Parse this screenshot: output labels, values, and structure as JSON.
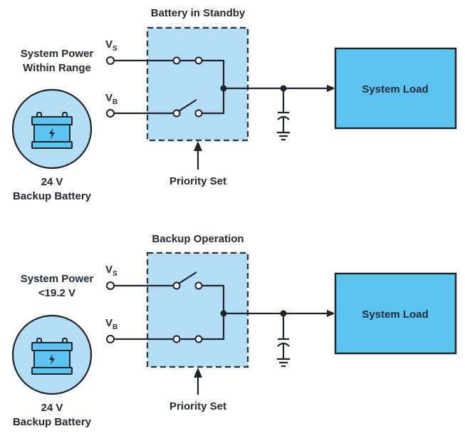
{
  "panels": [
    {
      "title": "Battery in Standby",
      "source_label_line1": "System Power",
      "source_label_line2": "Within Range",
      "vs_label": "V",
      "vs_sub": "S",
      "vb_label": "V",
      "vb_sub": "B",
      "vs_switch": "closed",
      "vb_switch": "open",
      "battery_label_line1": "24 V",
      "battery_label_line2": "Backup Battery",
      "priority_label": "Priority Set",
      "load_label": "System Load"
    },
    {
      "title": "Backup Operation",
      "source_label_line1": "System Power",
      "source_label_line2": "<19.2 V",
      "vs_label": "V",
      "vs_sub": "S",
      "vb_label": "V",
      "vb_sub": "B",
      "vs_switch": "open",
      "vb_switch": "closed",
      "battery_label_line1": "24 V",
      "battery_label_line2": "Backup Battery",
      "priority_label": "Priority Set",
      "load_label": "System Load"
    }
  ],
  "colors": {
    "block_fill": "#b3dcf5",
    "load_fill": "#5bc4f0",
    "line": "#1e242b"
  }
}
